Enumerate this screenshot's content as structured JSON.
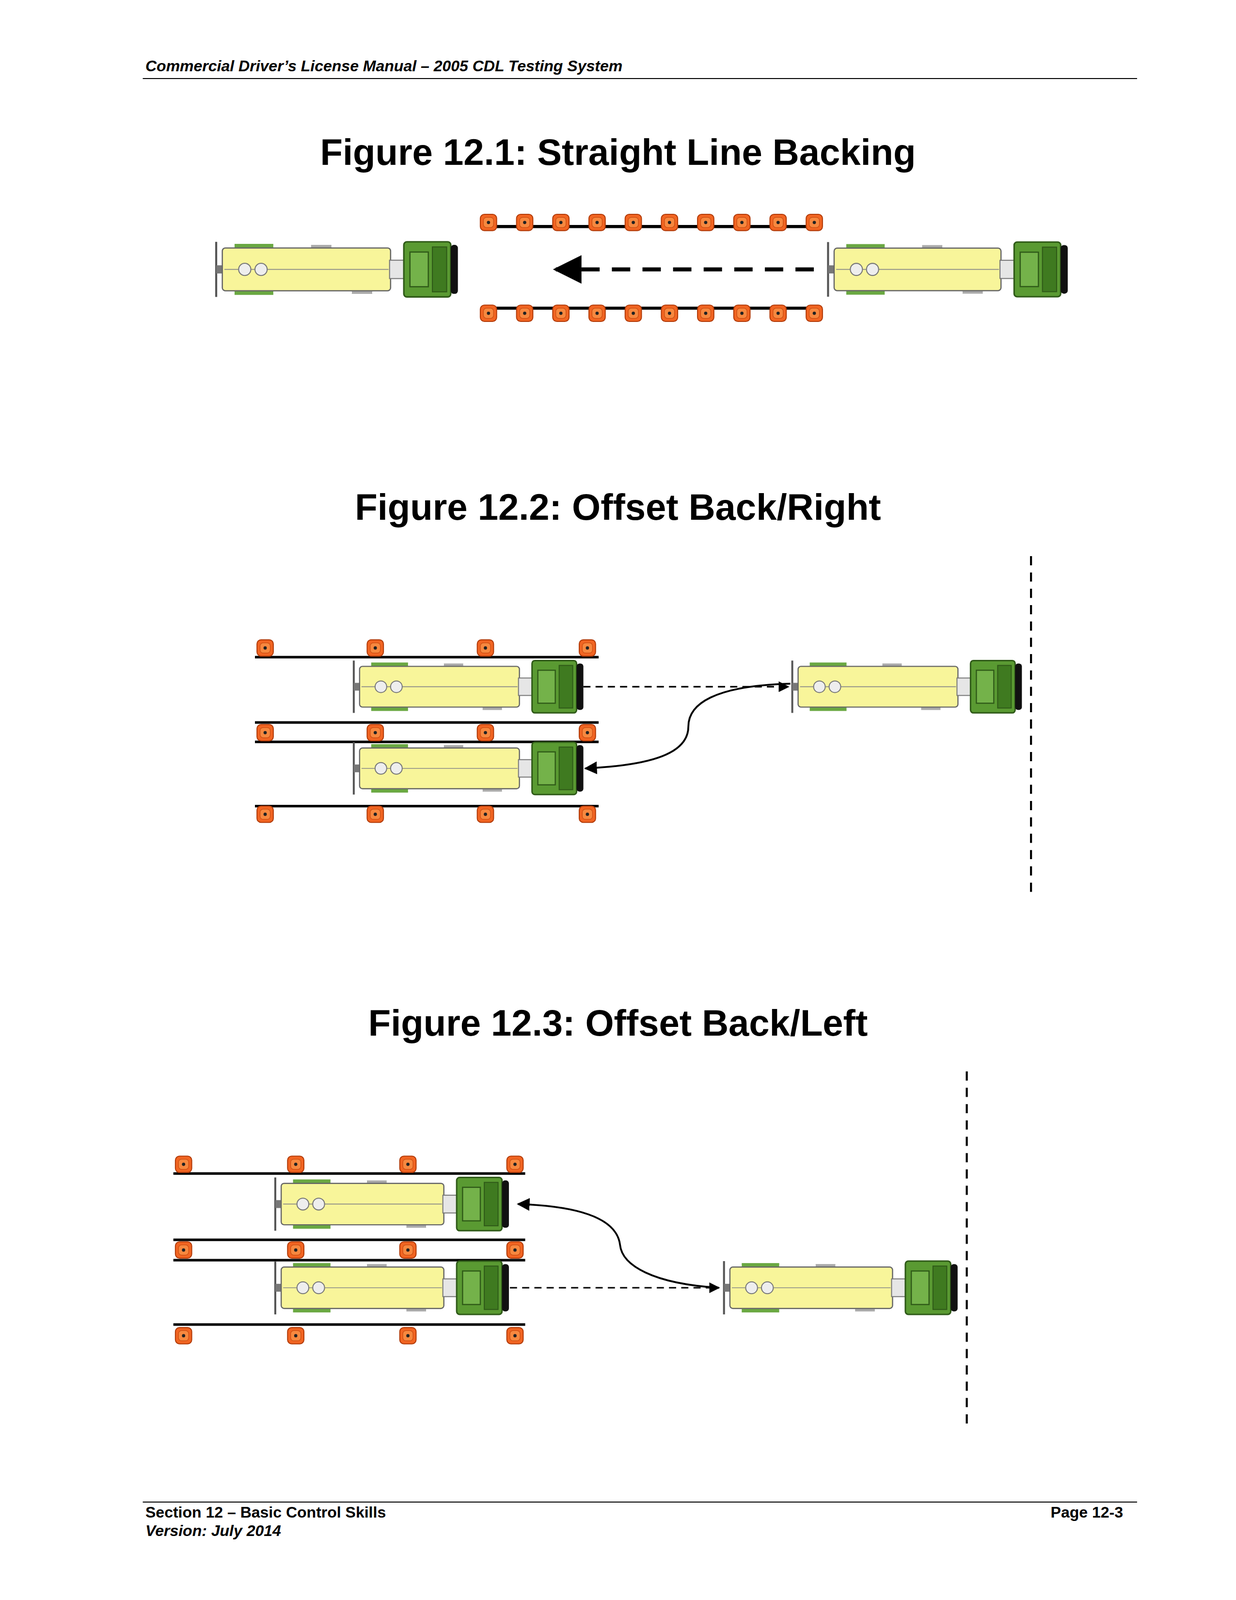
{
  "diagram": {
    "labels": [
      "Commercial Driver’s License Manual – 2005 CDL Testing System",
      "Figure 12.1: Straight Line Backing",
      "Figure 12.2: Offset Back/Right",
      "Figure 12.3: Offset Back/Left",
      "Section 12 – Basic Control Skills",
      "Version: July 2014",
      "Page 12-3"
    ]
  }
}
